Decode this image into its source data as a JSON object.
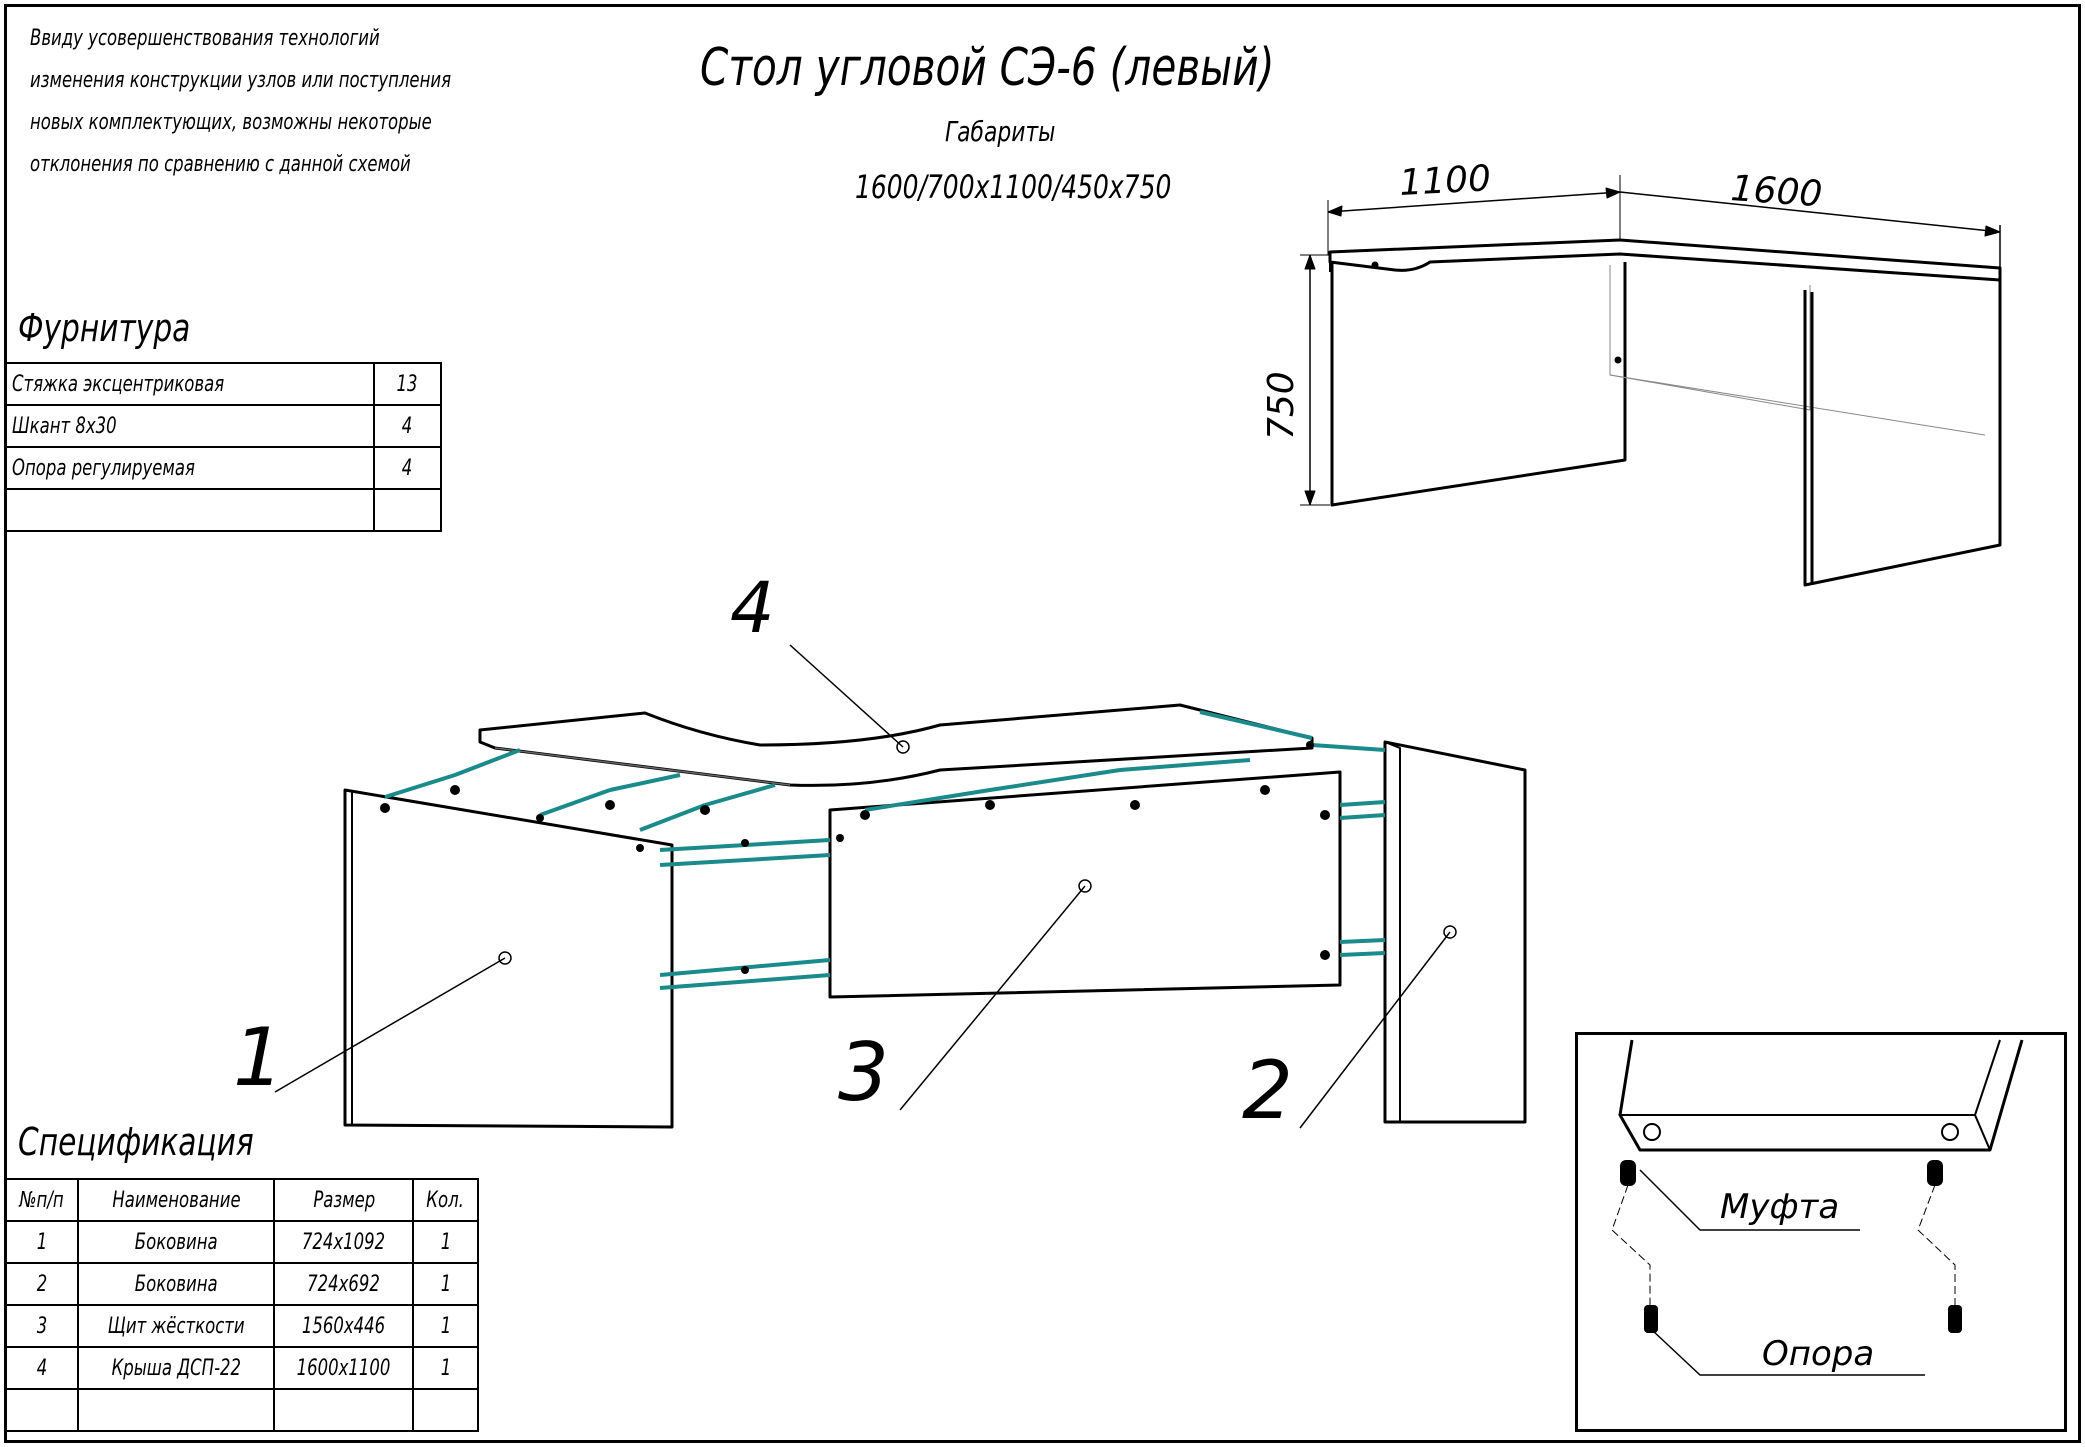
{
  "note_lines": [
    "Ввиду усовершенствования технологий",
    "изменения конструкции узлов или поступления",
    "новых комплектующих, возможны некоторые",
    "отклонения по сравнению с данной схемой"
  ],
  "title": "Стол угловой СЭ-6 (левый)",
  "subtitle": "Габариты",
  "dimensions_text": "1600/700х1100/450х750",
  "iso_dims": {
    "width_left": "1100",
    "width_right": "1600",
    "height": "750"
  },
  "hardware": {
    "heading": "Фурнитура",
    "rows": [
      {
        "name": "Стяжка эксцентриковая",
        "qty": "13"
      },
      {
        "name": "Шкант 8х30",
        "qty": "4"
      },
      {
        "name": "Опора регулируемая",
        "qty": "4"
      },
      {
        "name": "",
        "qty": ""
      }
    ]
  },
  "spec": {
    "heading": "Спецификация",
    "headers": {
      "num": "№п/п",
      "name": "Наименование",
      "size": "Размер",
      "qty": "Кол."
    },
    "rows": [
      {
        "num": "1",
        "name": "Боковина",
        "size": "724х1092",
        "qty": "1"
      },
      {
        "num": "2",
        "name": "Боковина",
        "size": "724х692",
        "qty": "1"
      },
      {
        "num": "3",
        "name": "Щит жёсткости",
        "size": "1560х446",
        "qty": "1"
      },
      {
        "num": "4",
        "name": "Крыша ДСП-22",
        "size": "1600х1100",
        "qty": "1"
      },
      {
        "num": "",
        "name": "",
        "size": "",
        "qty": ""
      }
    ]
  },
  "callouts": {
    "p1": "1",
    "p2": "2",
    "p3": "3",
    "p4": "4"
  },
  "detail": {
    "coupling_label": "Муфта",
    "foot_label": "Опора"
  },
  "colors": {
    "connector": "#1a8a8a",
    "line": "#000000"
  }
}
